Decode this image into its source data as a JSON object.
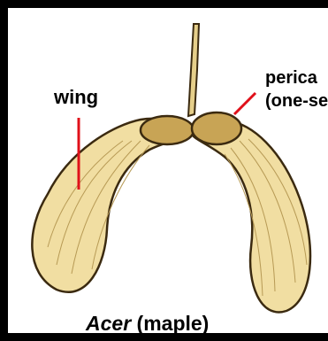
{
  "labels": {
    "wing": "wing",
    "pericarp_line1": "perica",
    "pericarp_line2": "(one-se"
  },
  "caption": {
    "genus": "Acer",
    "common": "(maple)"
  },
  "colors": {
    "border": "#000000",
    "wing_fill": "#f1dea2",
    "seed_fill": "#c8a455",
    "outline": "#3b2a10",
    "pointer": "#e0101a"
  }
}
